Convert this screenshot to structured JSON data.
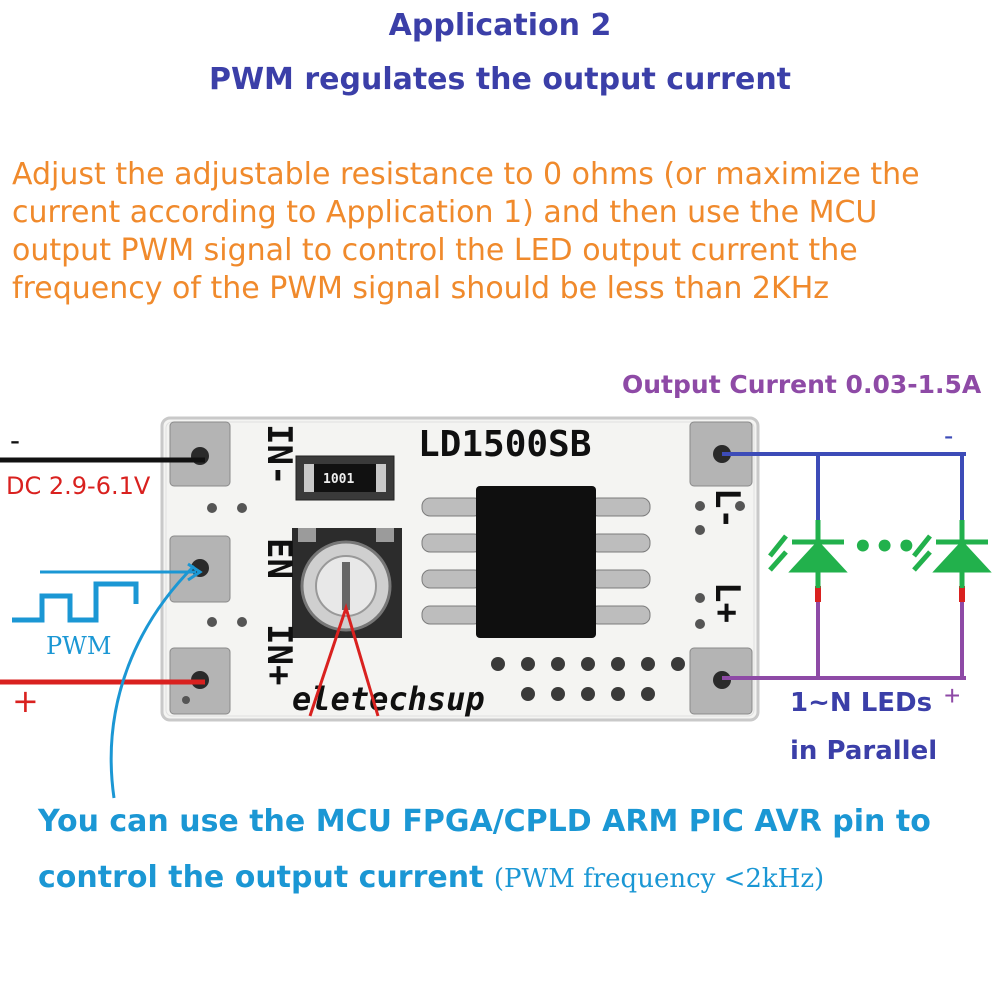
{
  "title": "Application 2",
  "subtitle": "PWM regulates the output current",
  "description_lines": [
    "Adjust the adjustable resistance to 0 ohms (or maximize the",
    "current according to Application 1) and then use the MCU",
    "output PWM signal to control the LED output current the",
    "frequency of the PWM signal should be less than 2KHz"
  ],
  "output_current_label": "Output Current 0.03-1.5A",
  "dc_label": "DC 2.9-6.1V",
  "pwm_label": "PWM",
  "minus_left": "-",
  "plus_left": "+",
  "minus_right": "-",
  "plus_right": "+",
  "leds_label_line1": "1~N LEDs",
  "leds_label_line2": "in Parallel",
  "board": {
    "model": "LD1500SB",
    "brand": "eletechsup",
    "resistor_code": "1001",
    "pin_in_minus": "IN-",
    "pin_en": "EN",
    "pin_in_plus": "IN+",
    "pin_l_minus": "L-",
    "pin_l_plus": "L+"
  },
  "led_dots": "•••",
  "bottom_line1": "You can use the MCU FPGA/CPLD ARM PIC AVR  pin to",
  "bottom_line2_bold": "control the output current",
  "bottom_line2_note": "(PWM frequency <2kHz)",
  "colors": {
    "title": "#3b3fa8",
    "description": "#f08a2c",
    "output_label": "#8e4aa6",
    "dc_wire_red": "#d9211f",
    "pwm_cyan": "#1b97d4",
    "led_green": "#22b14c",
    "wire_blue": "#3d4cb8",
    "wire_purple": "#8e4aa6"
  }
}
